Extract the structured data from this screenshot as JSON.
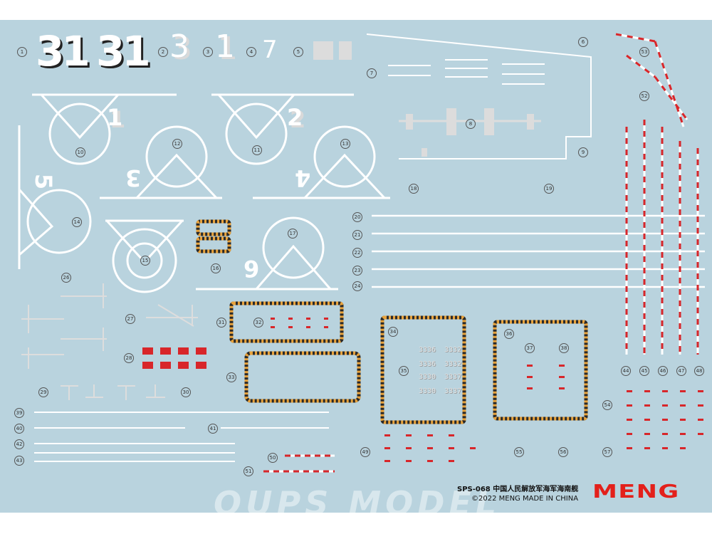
{
  "decals": {
    "hull_numbers": [
      "31",
      "31"
    ],
    "plain_numbers": [
      "3",
      "1",
      "7"
    ],
    "deck_markings": [
      "1",
      "2",
      "3",
      "4",
      "5",
      "6"
    ],
    "hull_codes": [
      "3336",
      "3332",
      "3336",
      "3332",
      "3330",
      "3337",
      "3330",
      "3337"
    ],
    "callouts": [
      "1",
      "2",
      "3",
      "4",
      "5",
      "6",
      "7",
      "8",
      "9",
      "10",
      "11",
      "12",
      "13",
      "14",
      "15",
      "16",
      "17",
      "18",
      "19",
      "20",
      "21",
      "22",
      "23",
      "24",
      "26",
      "27",
      "28",
      "29",
      "30",
      "31",
      "32",
      "33",
      "34",
      "35",
      "36",
      "37",
      "38",
      "39",
      "40",
      "41",
      "42",
      "43",
      "44",
      "45",
      "46",
      "47",
      "48",
      "49",
      "50",
      "51",
      "52",
      "53",
      "54",
      "55",
      "56",
      "57"
    ]
  },
  "footer": {
    "product": "SPS-068  中国人民解放军海军海南舰",
    "credit": "©2022 MENG   MADE IN CHINA",
    "brand": "MENG"
  },
  "watermark": "OUPS MODEL",
  "colors": {
    "sheet": "#b9d3de",
    "white": "#ffffff",
    "hazard_orange": "#e8a23b",
    "red": "#d8262a",
    "brand_red": "#e3201b"
  }
}
